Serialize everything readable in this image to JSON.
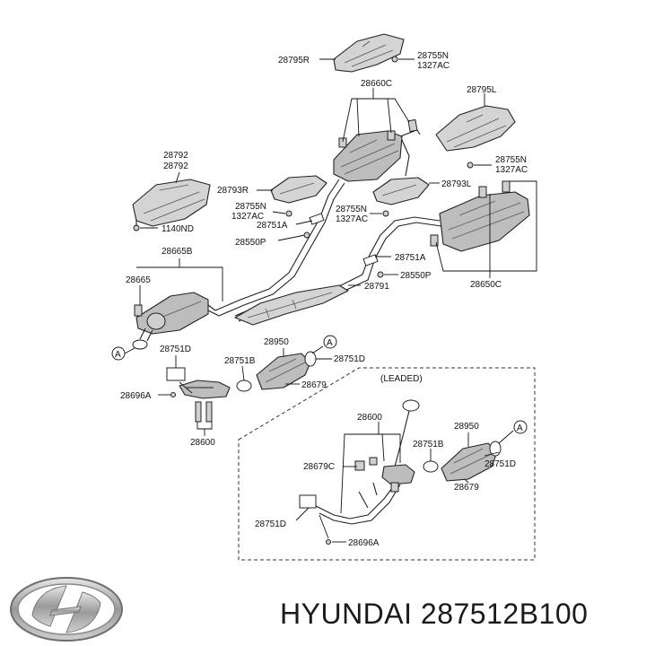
{
  "callouts": {
    "p28795R": "28795R",
    "p28755N_top": "28755N",
    "p1327AC_top": "1327AC",
    "p28660C": "28660C",
    "p28795L": "28795L",
    "p28755N_right": "28755N",
    "p1327AC_right": "1327AC",
    "p28792_a": "28792",
    "p28792_b": "28792",
    "p28793R": "28793R",
    "p28793L": "28793L",
    "p28755N_mid": "28755N",
    "p1327AC_mid": "1327AC",
    "p28755N_mid2": "28755N",
    "p1327AC_mid2": "1327AC",
    "p1140ND": "1140ND",
    "p28751A_left": "28751A",
    "p28550P_left": "28550P",
    "p28751A_right": "28751A",
    "p28550P_right": "28550P",
    "p28665B": "28665B",
    "p28665": "28665",
    "p28791": "28791",
    "p28650C": "28650C",
    "pA_left": "A",
    "p28751D_left": "28751D",
    "p28950": "28950",
    "pA_mid": "A",
    "p28751B": "28751B",
    "p28751D_mid": "28751D",
    "p28696A": "28696A",
    "p28679": "28679",
    "p28600": "28600",
    "leaded": "(LEADED)",
    "p28600_box": "28600",
    "p28950_box": "28950",
    "pA_box": "A",
    "p28751B_box": "28751B",
    "p28679C_box": "28679C",
    "p28751D_box_right": "28751D",
    "p28679_box": "28679",
    "p28751D_box_left": "28751D",
    "p28696A_box": "28696A"
  },
  "footer": {
    "brand": "HYUNDAI",
    "part_number": "287512B100"
  },
  "colors": {
    "line": "#222222",
    "part_fill": "#d4d4d4",
    "background": "#ffffff"
  }
}
